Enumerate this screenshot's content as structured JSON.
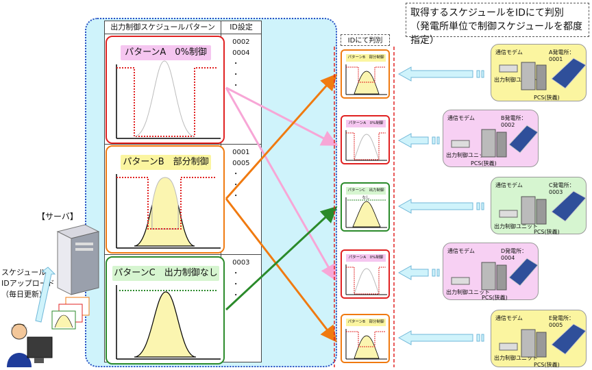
{
  "table": {
    "header_pattern": "出力制御スケジュールパターン",
    "header_id": "ID設定",
    "rows": [
      {
        "pattern": "パターンA　0%制御",
        "ids": [
          "0002",
          "0004",
          "・",
          "・",
          "・"
        ]
      },
      {
        "pattern": "パターンB　部分制御",
        "ids": [
          "0001",
          "0005",
          "・",
          "・",
          "・"
        ]
      },
      {
        "pattern": "パターンC　出力制御なし",
        "ids": [
          "0003",
          "・",
          "・",
          "・"
        ]
      }
    ]
  },
  "title": {
    "line1": "取得するスケジュールをIDにて判別",
    "line2": "（発電所単位で制御スケジュールを都度指定）"
  },
  "id_header": "IDにて判別",
  "mini_labels": [
    "パターンB　部分制御",
    "パターンA　0%制御",
    "パターンC　出力制御なし",
    "パターンA　0%制御",
    "パターンB　部分制御"
  ],
  "plants": [
    {
      "name": "A発電所：0001",
      "modem": "通信モデム",
      "unit": "出力制御ユニット",
      "pcs": "PCS(狭義)"
    },
    {
      "name": "B発電所：0002",
      "modem": "通信モデム",
      "unit": "出力制御ユニット",
      "pcs": "PCS(狭義)"
    },
    {
      "name": "C発電所：0003",
      "modem": "通信モデム",
      "unit": "出力制御ユニット",
      "pcs": "PCS(狭義)"
    },
    {
      "name": "D発電所：0004",
      "modem": "通信モデム",
      "unit": "出力制御ユニット",
      "pcs": "PCS(狭義)"
    },
    {
      "name": "E発電所：0005",
      "modem": "通信モデム",
      "unit": "出力制御ユニット",
      "pcs": "PCS(狭義)"
    }
  ],
  "server_label": "【サーバ】",
  "upload": {
    "line1": "スケジュール・",
    "line2": "IDアップロード",
    "line3": "（毎日更新）"
  },
  "colors": {
    "red": "#e02020",
    "orange": "#f07a10",
    "green": "#2a8a2a",
    "pink": "#f7a6d6",
    "yellow": "#fbf5b0",
    "cyan": "#cff3fb"
  }
}
